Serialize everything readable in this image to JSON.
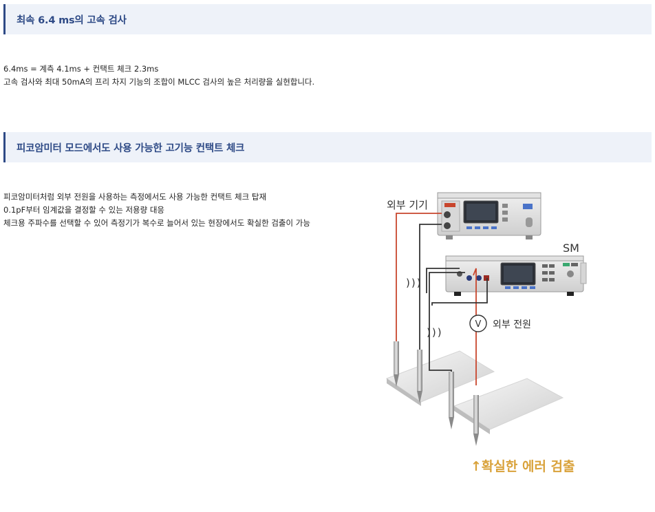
{
  "sections": [
    {
      "title": "최속 6.4 ms의 고속 검사",
      "lines": [
        "6.4ms = 계측 4.1ms + 컨택트 체크 2.3ms",
        "고속 검사와 최대 50mA의 프리 차지 기능의 조합이 MLCC 검사의 높은 처리량을 실현합니다."
      ]
    },
    {
      "title": "피코암미터 모드에서도 사용 가능한 고기능 컨택트 체크",
      "lines": [
        "피코암미터처럼 외부 전원을 사용하는 측정에서도 사용 가능한 컨택트 체크 탑재",
        "0.1pF부터 임계값을 결정할 수 있는 저용량 대응",
        "체크용 주파수를 선택할 수 있어 측정기가 복수로 늘어서 있는 현장에서도 확실한 검출이 가능"
      ]
    }
  ],
  "diagram": {
    "label_external_device": "외부 기기",
    "label_sm": "SM",
    "label_voltage_symbol": "V",
    "label_external_power": "외부 전원",
    "label_waves": ")))",
    "label_reliable_detection": "↑확실한 에러 검출",
    "colors": {
      "wire_red": "#c8452c",
      "wire_dark": "#333333",
      "accent_orange": "#d9a23a",
      "header_blue": "#2e4a86",
      "header_bg": "#eef2f9"
    }
  }
}
